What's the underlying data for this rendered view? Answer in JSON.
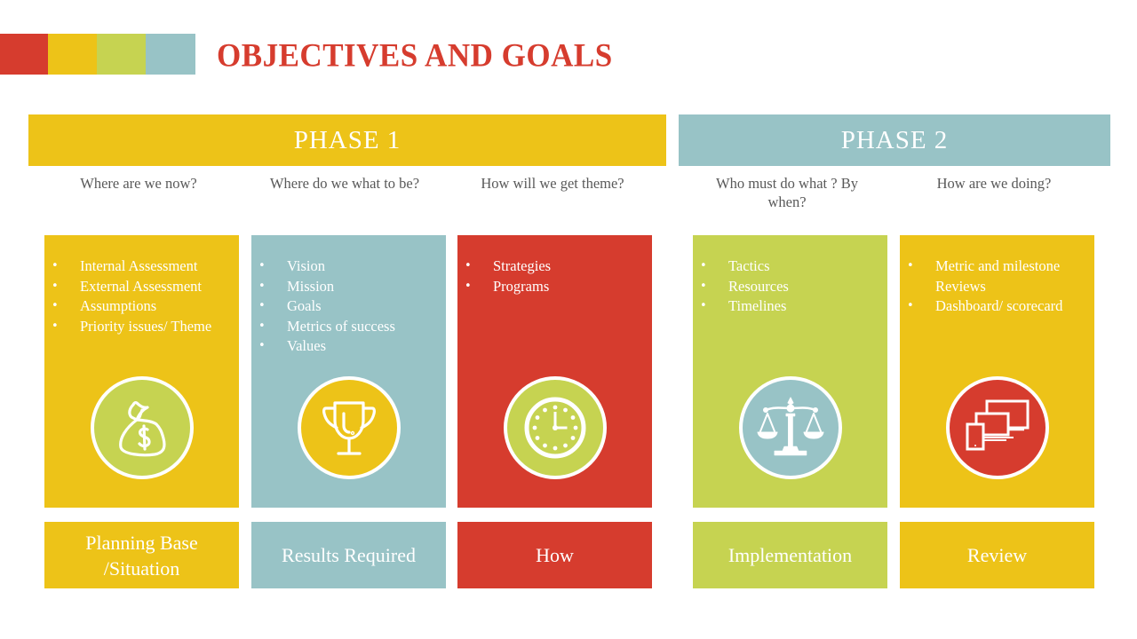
{
  "colors": {
    "red": "#d63c2e",
    "yellow": "#edc318",
    "green": "#c6d351",
    "teal": "#98c3c6",
    "question_text": "#595959",
    "white": "#ffffff"
  },
  "header": {
    "title": "OBJECTIVES AND GOALS",
    "swatches": [
      "#d63c2e",
      "#edc318",
      "#c6d351",
      "#98c3c6"
    ]
  },
  "phases": [
    {
      "label": "PHASE 1",
      "color": "#edc318"
    },
    {
      "label": "PHASE 2",
      "color": "#98c3c6"
    }
  ],
  "columns": [
    {
      "question": "Where are we now?",
      "card_color": "#edc318",
      "items": [
        "Internal Assessment",
        "External Assessment",
        "Assumptions",
        "Priority issues/ Theme"
      ],
      "icon": "money-bag-icon",
      "icon_bg": "#c6d351",
      "label": "Planning Base /Situation",
      "label_color": "#edc318"
    },
    {
      "question": "Where do we what to be?",
      "card_color": "#98c3c6",
      "items": [
        "Vision",
        "Mission",
        "Goals",
        "Metrics of  success",
        "Values"
      ],
      "icon": "trophy-icon",
      "icon_bg": "#edc318",
      "label": "Results Required",
      "label_color": "#98c3c6"
    },
    {
      "question": "How will we get theme?",
      "card_color": "#d63c2e",
      "items": [
        "Strategies",
        "Programs"
      ],
      "icon": "clock-icon",
      "icon_bg": "#c6d351",
      "label": "How",
      "label_color": "#d63c2e"
    },
    {
      "question": "Who must do what ? By when?",
      "card_color": "#c6d351",
      "items": [
        "Tactics",
        "Resources",
        "Timelines"
      ],
      "icon": "scales-icon",
      "icon_bg": "#98c3c6",
      "label": "Implementation",
      "label_color": "#c6d351"
    },
    {
      "question": "How are we doing?",
      "card_color": "#edc318",
      "items": [
        "Metric and milestone Reviews",
        "Dashboard/ scorecard"
      ],
      "icon": "devices-icon",
      "icon_bg": "#d63c2e",
      "label": "Review",
      "label_color": "#edc318"
    }
  ]
}
